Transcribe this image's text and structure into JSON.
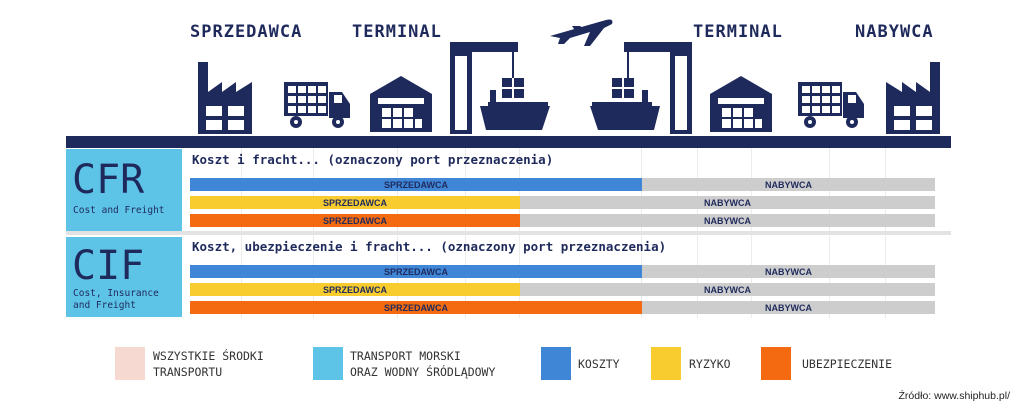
{
  "header": {
    "seller": "SPRZEDAWCA",
    "terminal_left": "TERMINAL",
    "terminal_right": "TERMINAL",
    "buyer": "NABYWCA"
  },
  "colors": {
    "navy": "#1f2a5c",
    "cyan": "#5dc4e8",
    "costs": "#3f87d6",
    "risk": "#f8cc2f",
    "insurance": "#f36a11",
    "buyer_gray": "#cdcdcd",
    "all_transport": "#f6d9d1"
  },
  "cfr": {
    "code": "CFR",
    "desc": "Cost and Freight",
    "title": "Koszt i fracht... (oznaczony port przeznaczenia)",
    "rows": [
      {
        "seller": "SPRZEDAWCA",
        "buyer": "NABYWCA"
      },
      {
        "seller": "SPRZEDAWCA",
        "buyer": "NABYWCA"
      },
      {
        "seller": "SPRZEDAWCA",
        "buyer": "NABYWCA"
      }
    ]
  },
  "cif": {
    "code": "CIF",
    "desc_line1": "Cost, Insurance",
    "desc_line2": "and Freight",
    "title": "Koszt, ubezpieczenie i fracht... (oznaczony port przeznaczenia)",
    "rows": [
      {
        "seller": "SPRZEDAWCA",
        "buyer": "NABYWCA"
      },
      {
        "seller": "SPRZEDAWCA",
        "buyer": "NABYWCA"
      },
      {
        "seller": "SPRZEDAWCA",
        "buyer": "NABYWCA"
      }
    ]
  },
  "legend": {
    "all_transport_1": "WSZYSTKIE ŚRODKI",
    "all_transport_2": "TRANSPORTU",
    "sea_1": "TRANSPORT MORSKI",
    "sea_2": "ORAZ WODNY ŚRÓDLĄDOWY",
    "costs": "KOSZTY",
    "risk": "RYZYKO",
    "insurance": "UBEZPIECZENIE"
  },
  "source": "Źródło: www.shiphub.pl/"
}
